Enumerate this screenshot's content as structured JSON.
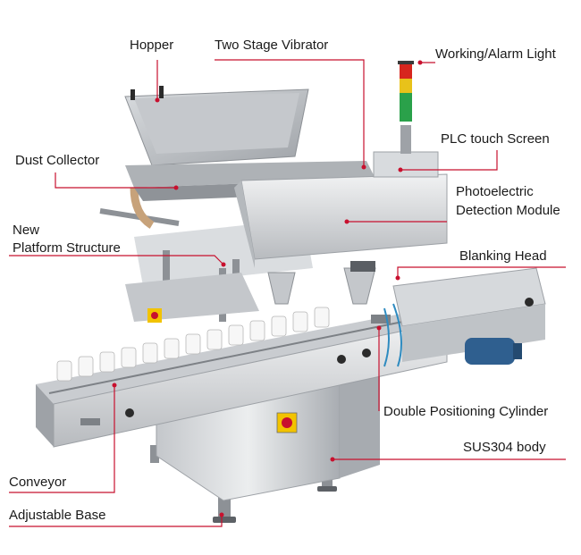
{
  "labels": {
    "hopper": "Hopper",
    "two_stage_vibrator": "Two Stage Vibrator",
    "working_alarm_light": "Working/Alarm Light",
    "plc_touch_screen": "PLC touch Screen",
    "dust_collector": "Dust Collector",
    "photoelectric_line1": "Photoelectric",
    "photoelectric_line2": "Detection Module",
    "new_platform_line1": "New",
    "new_platform_line2": "Platform Structure",
    "blanking_head": "Blanking Head",
    "double_positioning_cylinder": "Double Positioning Cylinder",
    "sus304_body": "SUS304 body",
    "conveyor": "Conveyor",
    "adjustable_base": "Adjustable Base"
  },
  "colors": {
    "leader": "#c8102e",
    "steel_light": "#e3e5e7",
    "steel_mid": "#b9bcc0",
    "steel_dark": "#8c9095",
    "label_text": "#1a1a1a",
    "motor_blue": "#2f5f8f",
    "lamp_red": "#d7261e",
    "lamp_yellow": "#e8c21a",
    "lamp_green": "#2aa14a"
  }
}
